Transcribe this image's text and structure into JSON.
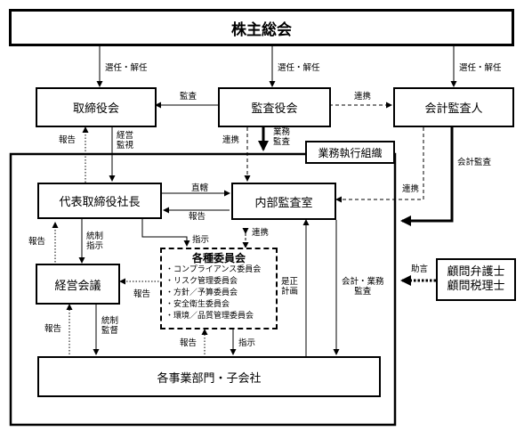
{
  "boxes": {
    "shareholders": "株主総会",
    "board": "取締役会",
    "audit_board": "監査役会",
    "accounting_auditor": "会計監査人",
    "exec_org": "業務執行組織",
    "president": "代表取締役社長",
    "internal_audit": "内部監査室",
    "management_meeting": "経営会議",
    "committees_title": "各種委員会",
    "committees": [
      "・コンプライアンス委員会",
      "・リスク管理委員会",
      "・方針／予算委員会",
      "・安全衛生委員会",
      "・環境／品質管理委員会"
    ],
    "divisions": "各事業部門・子会社",
    "advisors": [
      "顧問弁護士",
      "顧問税理士"
    ]
  },
  "labels": {
    "elect1": "選任・解任",
    "elect2": "選任・解任",
    "elect3": "選任・解任",
    "audit": "監査",
    "cooperation_top": "連携",
    "report_board": "報告",
    "mgmt_oversight": [
      "経営",
      "監視"
    ],
    "coop_audit": "連携",
    "business_audit": [
      "業務",
      "監査"
    ],
    "accounting_audit": "会計監査",
    "direct": "直轄",
    "report_pres": "報告",
    "coop_right": "連携",
    "report_mgmt": "報告",
    "control_instruct": [
      "統制",
      "指示"
    ],
    "instruct_comm": "指示",
    "coop_comm": "連携",
    "advice": "助言",
    "report_comm": "報告",
    "correction_plan": [
      "是正",
      "計画"
    ],
    "acct_business_audit": [
      "会計・業務",
      "監査"
    ],
    "report_div": "報告",
    "control_supervise": [
      "統制",
      "監督"
    ],
    "report_comm_bottom": "報告",
    "instruct_bottom": "指示"
  }
}
